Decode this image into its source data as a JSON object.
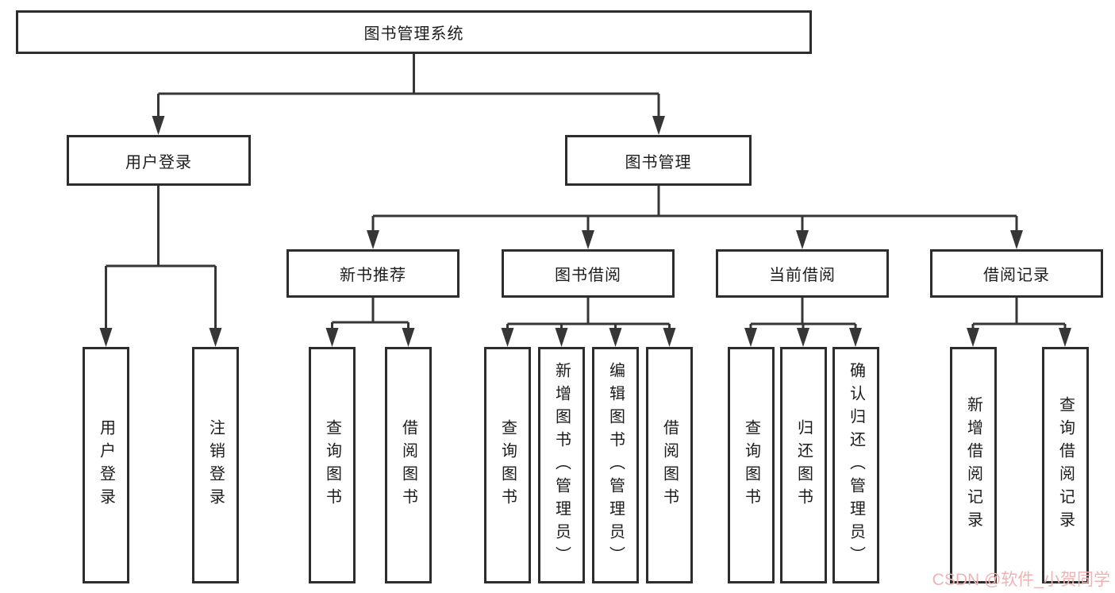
{
  "diagram": {
    "title": "图书管理系统",
    "nodes": {
      "root": {
        "label": "图书管理系统"
      },
      "user_login": {
        "label": "用户登录"
      },
      "book_mgmt": {
        "label": "图书管理"
      },
      "new_rec": {
        "label": "新书推荐"
      },
      "book_borrow": {
        "label": "图书借阅"
      },
      "cur_borrow": {
        "label": "当前借阅"
      },
      "rec_list": {
        "label": "借阅记录"
      },
      "ul_login": {
        "label": "用户登录"
      },
      "ul_logout": {
        "label": "注销登录"
      },
      "nb_query": {
        "label": "查询图书"
      },
      "nb_borrow": {
        "label": "借阅图书"
      },
      "bb_query": {
        "label": "查询图书"
      },
      "bb_add": {
        "label": "新增图书（管理员）"
      },
      "bb_edit": {
        "label": "编辑图书（管理员）"
      },
      "bb_borrow": {
        "label": "借阅图书"
      },
      "cb_query": {
        "label": "查询图书"
      },
      "cb_return": {
        "label": "归还图书"
      },
      "cb_confirm": {
        "label": "确认归还（管理员）"
      },
      "br_add": {
        "label": "新增借阅记录"
      },
      "br_query": {
        "label": "查询借阅记录"
      }
    },
    "hierarchy": {
      "图书管理系统": {
        "用户登录": [
          "用户登录",
          "注销登录"
        ],
        "图书管理": {
          "新书推荐": [
            "查询图书",
            "借阅图书"
          ],
          "图书借阅": [
            "查询图书",
            "新增图书（管理员）",
            "编辑图书（管理员）",
            "借阅图书"
          ],
          "当前借阅": [
            "查询图书",
            "归还图书",
            "确认归还（管理员）"
          ],
          "借阅记录": [
            "新增借阅记录",
            "查询借阅记录"
          ]
        }
      }
    }
  },
  "watermark": {
    "text": "CSDN @软件_小贺同学",
    "color": "#f0b2b2"
  },
  "colors": {
    "line": "#363636",
    "box_border": "#2d2d2d",
    "text": "#1c1c1c",
    "background": "#ffffff"
  }
}
